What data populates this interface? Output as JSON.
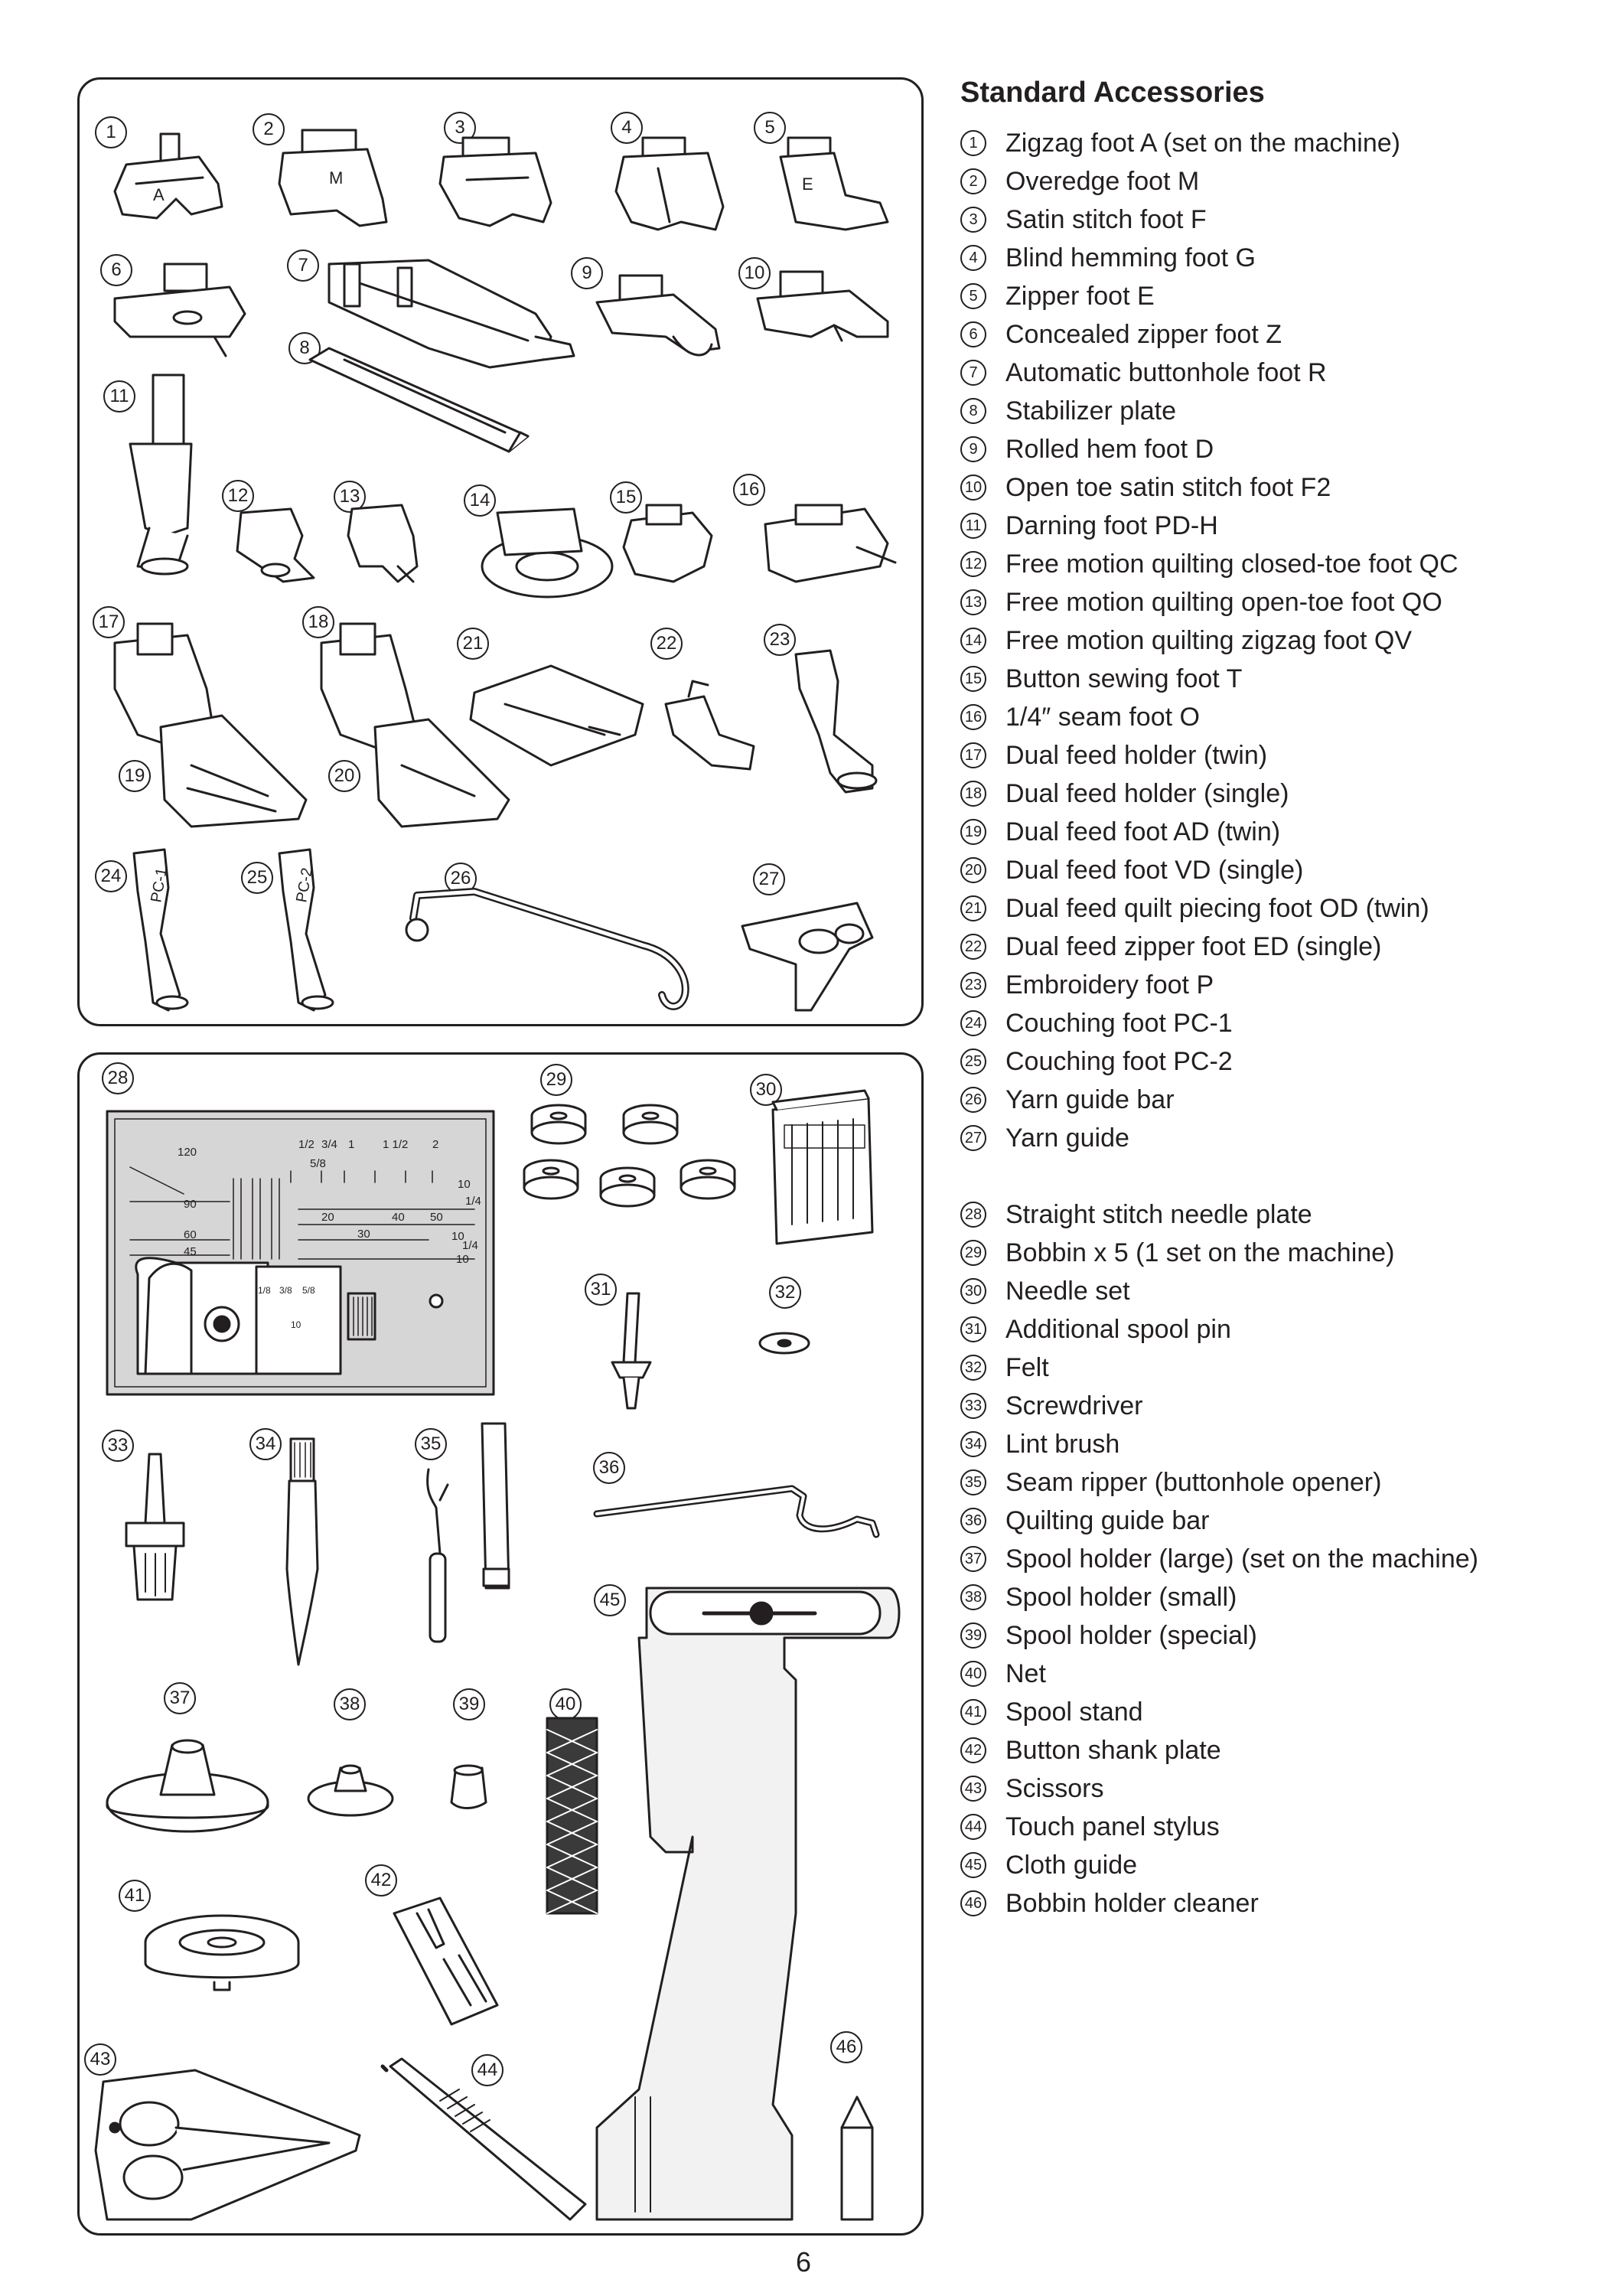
{
  "heading": "Standard Accessories",
  "page_number": "6",
  "accessories": [
    {
      "num": "1",
      "label": "Zigzag foot A (set on the machine)"
    },
    {
      "num": "2",
      "label": "Overedge foot M"
    },
    {
      "num": "3",
      "label": "Satin stitch foot F"
    },
    {
      "num": "4",
      "label": "Blind hemming foot G"
    },
    {
      "num": "5",
      "label": "Zipper foot E"
    },
    {
      "num": "6",
      "label": "Concealed zipper foot Z"
    },
    {
      "num": "7",
      "label": "Automatic buttonhole foot R"
    },
    {
      "num": "8",
      "label": "Stabilizer plate"
    },
    {
      "num": "9",
      "label": "Rolled hem foot D"
    },
    {
      "num": "10",
      "label": "Open toe satin stitch foot F2"
    },
    {
      "num": "11",
      "label": "Darning foot PD-H"
    },
    {
      "num": "12",
      "label": "Free motion quilting closed-toe foot QC"
    },
    {
      "num": "13",
      "label": "Free motion quilting open-toe foot QO"
    },
    {
      "num": "14",
      "label": "Free motion quilting zigzag foot QV"
    },
    {
      "num": "15",
      "label": "Button sewing foot T"
    },
    {
      "num": "16",
      "label": "1/4″ seam foot O"
    },
    {
      "num": "17",
      "label": "Dual feed holder (twin)"
    },
    {
      "num": "18",
      "label": "Dual feed holder (single)"
    },
    {
      "num": "19",
      "label": "Dual feed foot AD (twin)"
    },
    {
      "num": "20",
      "label": "Dual feed foot VD (single)"
    },
    {
      "num": "21",
      "label": "Dual feed quilt piecing foot OD (twin)"
    },
    {
      "num": "22",
      "label": "Dual feed zipper foot ED (single)"
    },
    {
      "num": "23",
      "label": "Embroidery foot P"
    },
    {
      "num": "24",
      "label": "Couching foot PC-1"
    },
    {
      "num": "25",
      "label": "Couching foot PC-2"
    },
    {
      "num": "26",
      "label": "Yarn guide bar"
    },
    {
      "num": "27",
      "label": "Yarn guide"
    },
    {
      "num": "28",
      "label": "Straight stitch needle plate"
    },
    {
      "num": "29",
      "label": "Bobbin x 5 (1 set on the machine)"
    },
    {
      "num": "30",
      "label": "Needle set"
    },
    {
      "num": "31",
      "label": "Additional spool pin"
    },
    {
      "num": "32",
      "label": "Felt"
    },
    {
      "num": "33",
      "label": "Screwdriver"
    },
    {
      "num": "34",
      "label": "Lint brush"
    },
    {
      "num": "35",
      "label": "Seam ripper (buttonhole opener)"
    },
    {
      "num": "36",
      "label": "Quilting guide bar"
    },
    {
      "num": "37",
      "label": "Spool holder (large) (set on the machine)"
    },
    {
      "num": "38",
      "label": "Spool holder (small)"
    },
    {
      "num": "39",
      "label": "Spool holder (special)"
    },
    {
      "num": "40",
      "label": "Net"
    },
    {
      "num": "41",
      "label": "Spool stand"
    },
    {
      "num": "42",
      "label": "Button shank plate"
    },
    {
      "num": "43",
      "label": "Scissors"
    },
    {
      "num": "44",
      "label": "Touch panel stylus"
    },
    {
      "num": "45",
      "label": "Cloth guide"
    },
    {
      "num": "46",
      "label": "Bobbin holder cleaner"
    }
  ],
  "needle_plate_markings": {
    "left_scale": [
      "120",
      "90",
      "60",
      "45"
    ],
    "top_fractions": [
      "1/2",
      "3/4",
      "1",
      "1 1/2",
      "2"
    ],
    "fraction_5_8": "5/8",
    "right_scale": [
      "10",
      "1/4",
      "10",
      "1/4",
      "10"
    ],
    "middle_scale": [
      "20",
      "40",
      "50",
      "30"
    ],
    "cover_fractions": [
      "1/8",
      "3/8",
      "5/8"
    ],
    "cover_number": "10"
  },
  "foot_letters": {
    "foot_2": "M",
    "foot_5": "E",
    "foot_24": "PC-1",
    "foot_25": "PC-2"
  }
}
